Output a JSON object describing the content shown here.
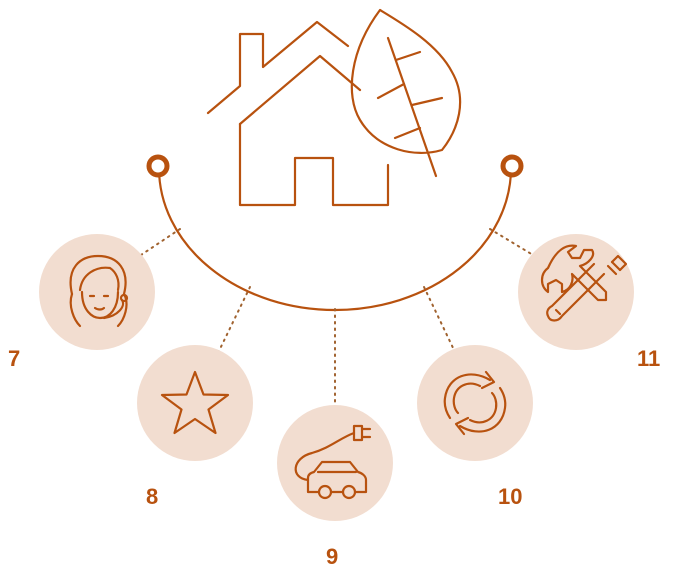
{
  "colors": {
    "accent": "#b8520f",
    "node_fill": "#f2ddd0",
    "connector": "#a0622f"
  },
  "header_icons": [
    "house-icon",
    "leaf-icon"
  ],
  "nodes": [
    {
      "number": "7",
      "icon": "customer-support-icon"
    },
    {
      "number": "8",
      "icon": "star-icon"
    },
    {
      "number": "9",
      "icon": "electric-car-icon"
    },
    {
      "number": "10",
      "icon": "refresh-cycle-icon"
    },
    {
      "number": "11",
      "icon": "tools-icon"
    }
  ]
}
